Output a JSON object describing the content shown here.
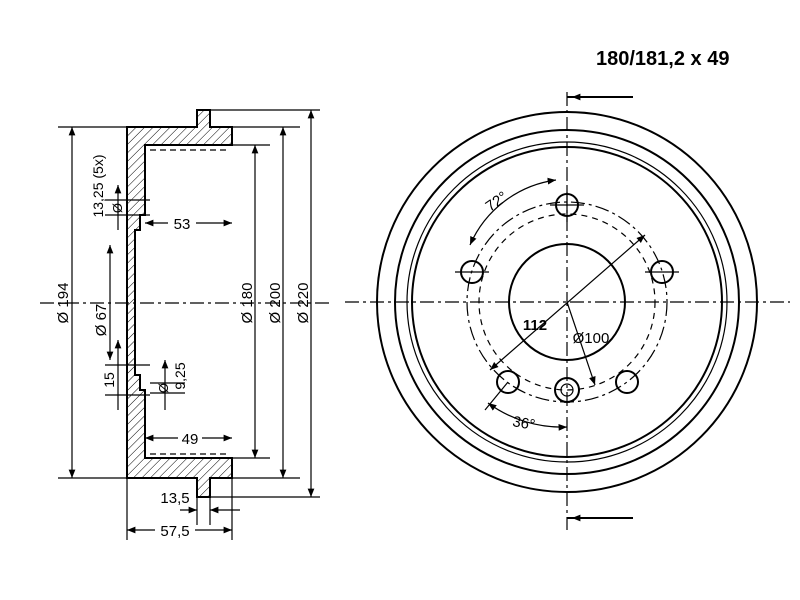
{
  "title": "180/181,2 x 49",
  "side_view": {
    "dim_bolt_hole": "13,25 (5x)",
    "dim_bolt_hole_symbol": "Ø",
    "dim_depth_53": "53",
    "dim_d194": "Ø 194",
    "dim_d67": "Ø 67",
    "dim_d180": "Ø 180",
    "dim_d200": "Ø 200",
    "dim_d220": "Ø 220",
    "dim_15": "15",
    "dim_hole_symbol": "Ø",
    "dim_925": "9,25",
    "dim_49": "49",
    "dim_135": "13,5",
    "dim_575": "57,5"
  },
  "front_view": {
    "angle_72": "72°",
    "pcd_112": "112",
    "d100": "Ø100",
    "angle_36": "36°"
  }
}
